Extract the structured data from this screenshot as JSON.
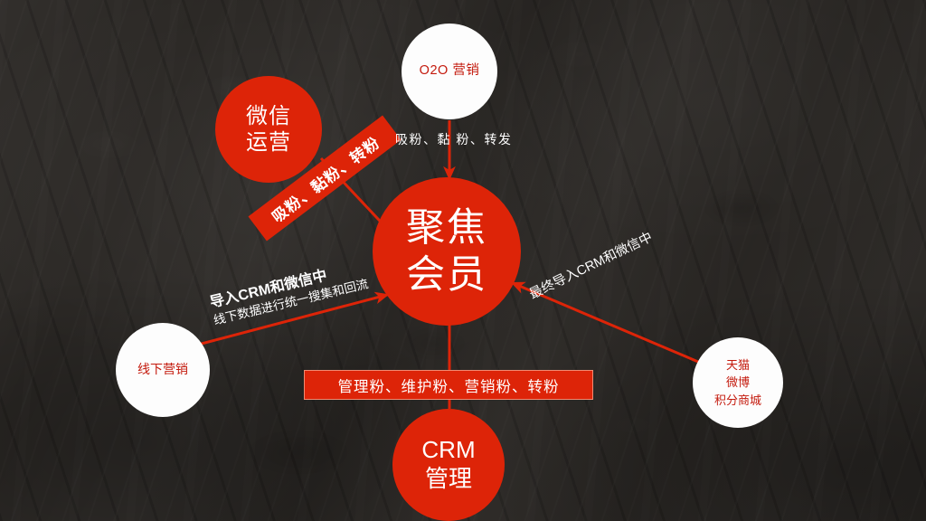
{
  "slide": {
    "background_color": "#2b2825",
    "accent_color": "#dd2408",
    "accent_text_color": "#c41a0d"
  },
  "hub": {
    "line1": "聚焦",
    "line2": "会员"
  },
  "nodes": {
    "o2o": {
      "label": "O2O 营销",
      "style": "white"
    },
    "weixin": {
      "line1": "微信",
      "line2": "运营",
      "style": "red"
    },
    "offline": {
      "label": "线下营销",
      "style": "white"
    },
    "tmall": {
      "line1": "天猫",
      "line2": "微博",
      "line3": "积分商城",
      "style": "white"
    },
    "crm": {
      "line1": "CRM",
      "line2": "管理",
      "style": "red"
    }
  },
  "banners": {
    "sash": "吸粉、黏粉、转粉",
    "bottom_bar": "管理粉、维护粉、营销粉、转粉"
  },
  "labels": {
    "o2o_flow": "吸粉、黏  粉、转发",
    "left_flow_bold": "导入CRM和微信中",
    "left_flow_thin": "线下数据进行统一搜集和回流",
    "right_flow": "最终导入CRM和微信中"
  },
  "connectors": [
    {
      "name": "o2o-to-hub",
      "from": "o2o",
      "to": "hub",
      "direction": "down"
    },
    {
      "name": "weixin-sash-to-hub",
      "from": "weixin",
      "to": "hub",
      "direction": "down-right"
    },
    {
      "name": "offline-to-hub",
      "from": "offline",
      "to": "hub",
      "direction": "up-right"
    },
    {
      "name": "crm-bar-to-hub",
      "from": "crm",
      "to": "hub",
      "direction": "up"
    },
    {
      "name": "tmall-to-hub",
      "from": "tmall",
      "to": "hub",
      "direction": "up-left"
    }
  ]
}
